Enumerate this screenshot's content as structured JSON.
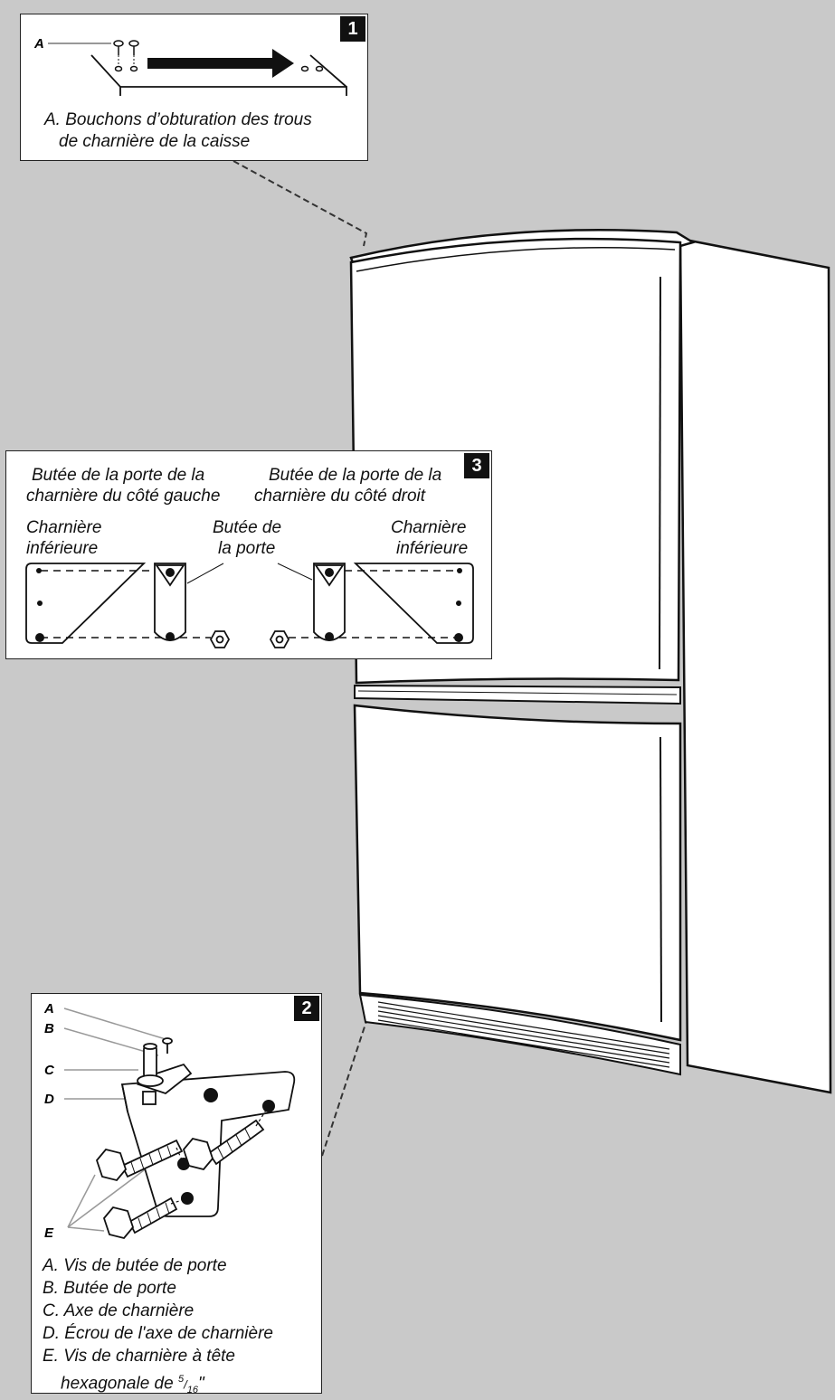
{
  "panel1": {
    "badge": "1",
    "letter_a": "A",
    "caption_line1": "A. Bouchons d’obturation des trous",
    "caption_line2": "de charnière de la caisse"
  },
  "panel3": {
    "badge": "3",
    "left_title_line1": "Butée de la porte de la",
    "left_title_line2": "charnière du côté gauche",
    "right_title_line1": "Butée de la porte de la",
    "right_title_line2": "charnière du côté droit",
    "left_hinge_line1": "Charnière",
    "left_hinge_line2": "inférieure",
    "right_hinge_line1": "Charnière",
    "right_hinge_line2": "inférieure",
    "stop_line1": "Butée de",
    "stop_line2": "la porte"
  },
  "panel2": {
    "badge": "2",
    "letters": [
      "A",
      "B",
      "C",
      "D",
      "E"
    ],
    "legend": [
      "A. Vis de butée de porte",
      "B. Butée de porte",
      "C. Axe de charnière",
      "D. Écrou de l'axe de charnière",
      "E. Vis de charnière à tête"
    ],
    "legend_last_line": "hexagonale de",
    "fraction_num": "5",
    "fraction_den": "16",
    "fraction_unit": "\""
  }
}
